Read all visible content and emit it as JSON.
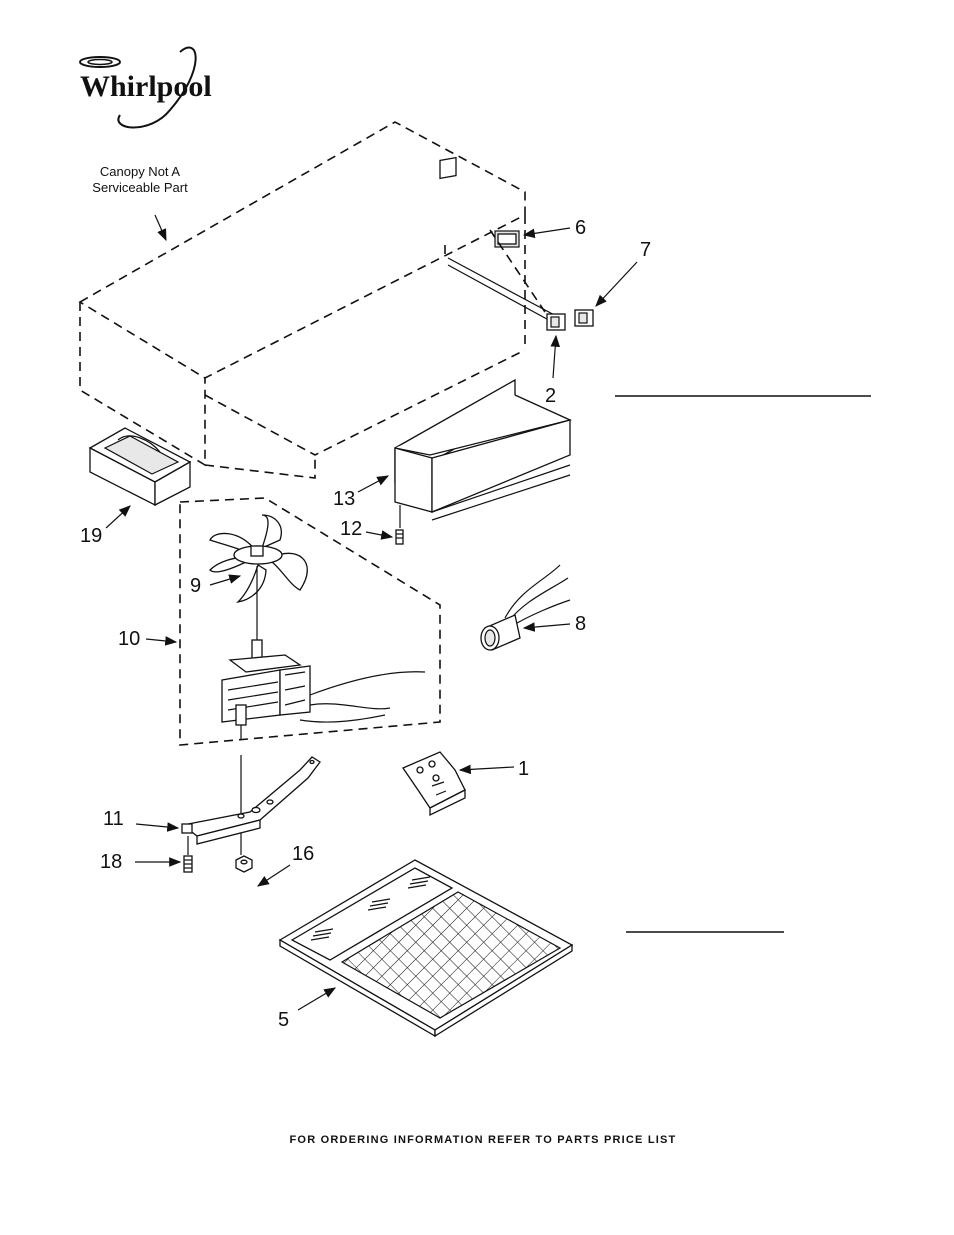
{
  "brand": {
    "name": "Whirlpool"
  },
  "note": {
    "line1": "Canopy Not A",
    "line2": "Serviceable Part"
  },
  "callouts": {
    "c1": "1",
    "c2": "2",
    "c5": "5",
    "c6": "6",
    "c7": "7",
    "c8": "8",
    "c9": "9",
    "c10": "10",
    "c11": "11",
    "c12": "12",
    "c13": "13",
    "c16": "16",
    "c18": "18",
    "c19": "19"
  },
  "footer": {
    "text": "FOR ORDERING INFORMATION REFER TO PARTS PRICE LIST"
  }
}
